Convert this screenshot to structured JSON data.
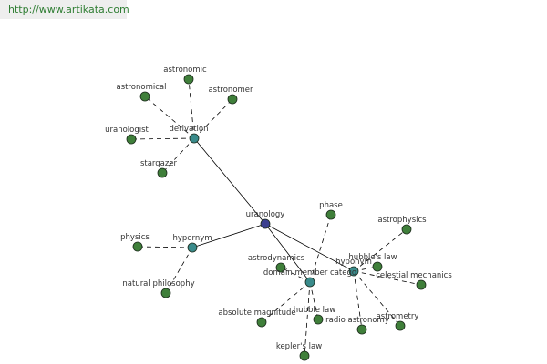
{
  "banner": {
    "url": "http://www.artikata.com"
  },
  "colors": {
    "root": "#3b3f8f",
    "relation": "#3a8b8b",
    "leaf": "#3f7f3a",
    "edge": "#000000",
    "banner_bg": "#eeeeee",
    "banner_text": "#2e7d32"
  },
  "graph": {
    "root": {
      "id": "uranology",
      "label": "uranology"
    },
    "relations": [
      {
        "id": "derivation",
        "label": "derivation",
        "terms": [
          {
            "id": "astronomic",
            "label": "astronomic"
          },
          {
            "id": "astronomical",
            "label": "astronomical"
          },
          {
            "id": "astronomer",
            "label": "astronomer"
          },
          {
            "id": "uranologist",
            "label": "uranologist"
          },
          {
            "id": "stargazer",
            "label": "stargazer"
          }
        ]
      },
      {
        "id": "hypernym",
        "label": "hypernym",
        "terms": [
          {
            "id": "physics",
            "label": "physics"
          },
          {
            "id": "natural-philosophy",
            "label": "natural philosophy"
          }
        ]
      },
      {
        "id": "domain-member-category",
        "label": "domain member catego",
        "terms": [
          {
            "id": "phase",
            "label": "phase"
          },
          {
            "id": "astrodynamics",
            "label": "astrodynamics"
          },
          {
            "id": "absolute-magnitude",
            "label": "absolute magnitude"
          },
          {
            "id": "hubble-law",
            "label": "hubble law"
          },
          {
            "id": "keplers-law",
            "label": "kepler's law"
          }
        ]
      },
      {
        "id": "hyponym",
        "label": "hyponym",
        "terms": [
          {
            "id": "astrophysics",
            "label": "astrophysics"
          },
          {
            "id": "hubbles-law",
            "label": "hubble's law"
          },
          {
            "id": "celestial-mechanics",
            "label": "celestial mechanics"
          },
          {
            "id": "radio-astronomy",
            "label": "radio astronomy"
          },
          {
            "id": "astrometry",
            "label": "astrometry"
          }
        ]
      }
    ]
  }
}
